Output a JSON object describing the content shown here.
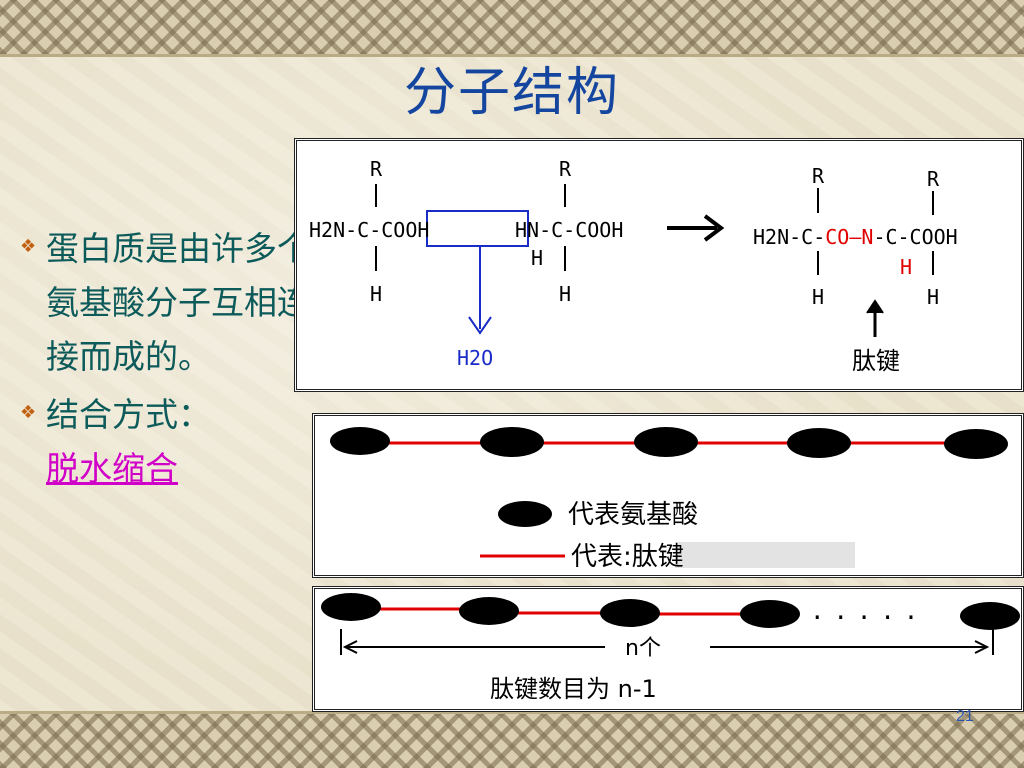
{
  "slide": {
    "title": "分子结构",
    "page_number": "21",
    "bullets": [
      {
        "icon": "diamond-bullet-icon",
        "text": "蛋白质是由许多个氨基酸分子互相连接而成的。",
        "link": ""
      },
      {
        "icon": "diamond-bullet-icon",
        "text": "结合方式：",
        "link": "脱水缩合"
      }
    ],
    "colors": {
      "title": "#1446a0",
      "bullet_text": "#0d5a5a",
      "link": "#d000c8",
      "bullet_icon": "#c06010",
      "peptide_bond": "#e00000",
      "water_box": "#1a2cc8"
    }
  },
  "reaction": {
    "left_r1": "R",
    "left_main1": "H2N-C-COOH",
    "left_h1": "H",
    "left_r2": "R",
    "left_main2": "HN-C-COOH",
    "left_h2a": "H",
    "left_h2b": "H",
    "water": "H2O",
    "arrow": "→",
    "prod_r1": "R",
    "prod_r2": "R",
    "prod_left": "H2N-C-",
    "prod_co": "CO",
    "prod_dash": "—",
    "prod_nh": "N",
    "prod_right": "-C-COOH",
    "prod_h_left": "H",
    "prod_h_mid": "H",
    "prod_h_right": "H",
    "bond_label": "肽键"
  },
  "legend": {
    "amino_acid_label": "代表氨基酸",
    "peptide_label": "代表:肽键"
  },
  "chain": {
    "dots": ".....",
    "n_label": "n个",
    "bond_count_label": "肽键数目为 n-1"
  }
}
